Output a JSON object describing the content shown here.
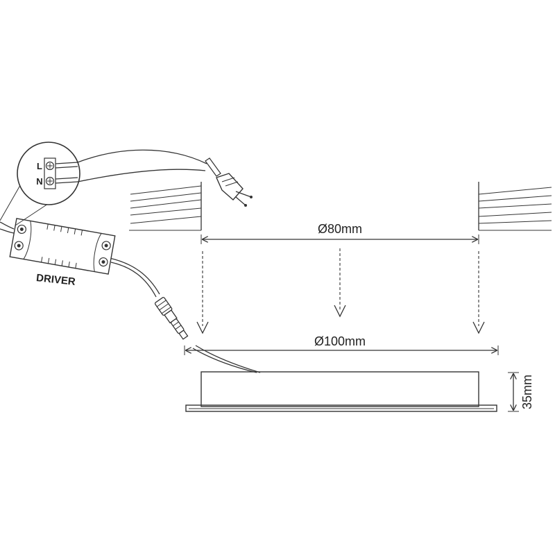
{
  "labels": {
    "cutout_diameter": "Ø80mm",
    "outer_diameter": "Ø100mm",
    "height": "35mm",
    "driver": "DRIVER",
    "terminal_l": "L",
    "terminal_n": "N"
  },
  "colors": {
    "line": "#333333",
    "background": "#ffffff"
  }
}
